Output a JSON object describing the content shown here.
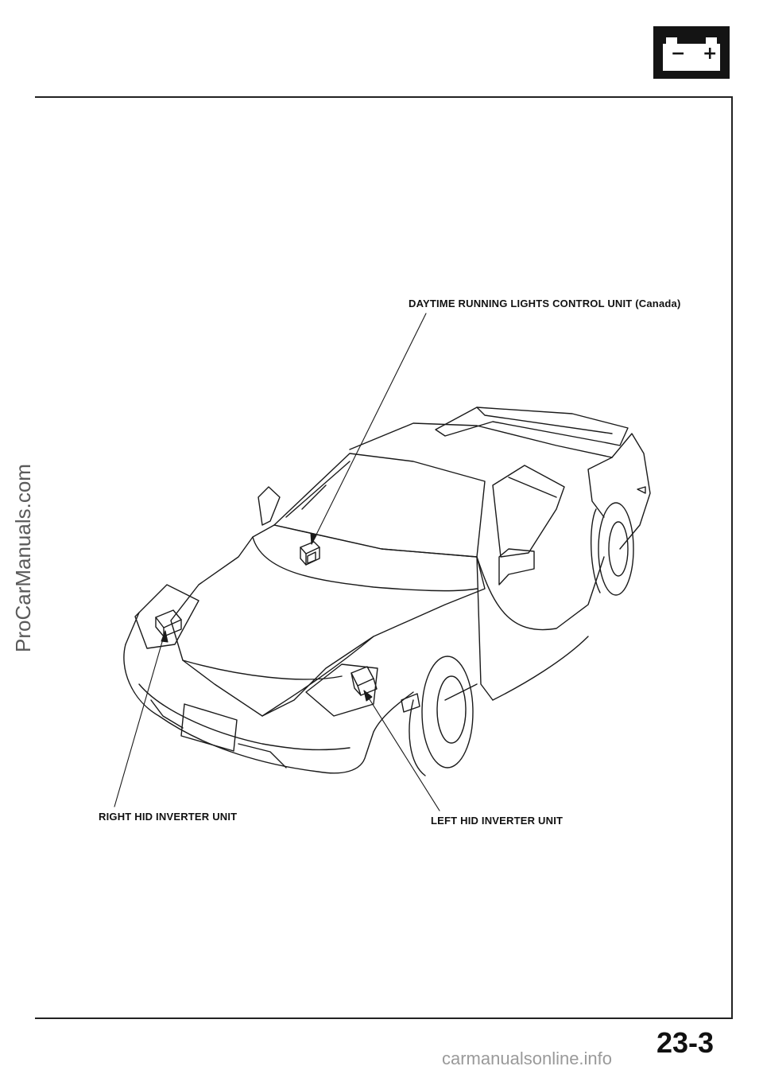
{
  "header": {
    "battery_icon": "battery-icon",
    "battery_minus": "−",
    "battery_plus": "+"
  },
  "illustration": {
    "subject": "car-outline",
    "callouts": {
      "daytime_running_lights": "DAYTIME RUNNING LIGHTS CONTROL UNIT (Canada)",
      "right_hid": "RIGHT HID INVERTER UNIT",
      "left_hid": "LEFT HID INVERTER UNIT"
    }
  },
  "footer": {
    "page_number": "23-3"
  },
  "watermarks": {
    "side": "ProCarManuals.com",
    "bottom": "carmanualsonline.info"
  },
  "colors": {
    "ink": "#111111",
    "watermark": "#5a5a5a"
  }
}
